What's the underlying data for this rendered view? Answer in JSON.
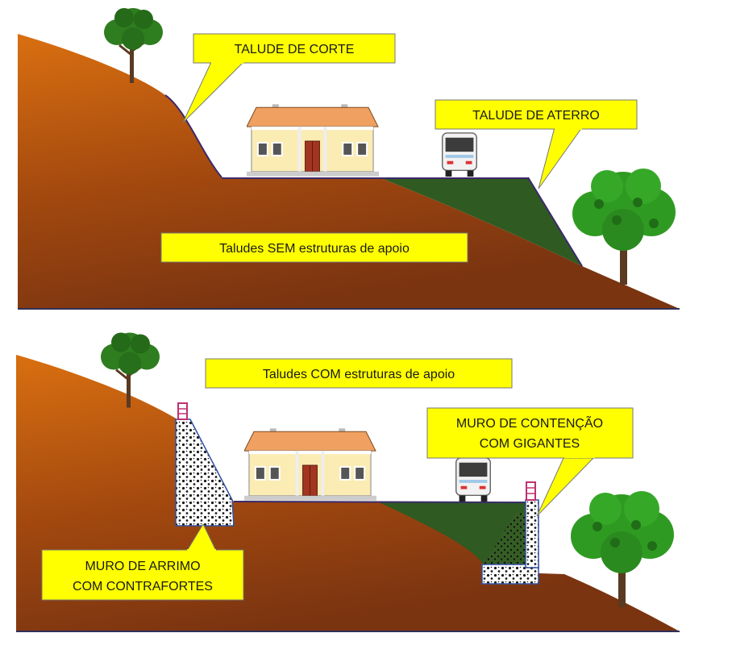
{
  "panels": [
    {
      "callouts": {
        "talude_corte": "TALUDE DE CORTE",
        "talude_aterro": "TALUDE DE ATERRO",
        "caption": "Taludes SEM estruturas de apoio"
      }
    },
    {
      "callouts": {
        "caption": "Taludes COM estruturas de apoio",
        "muro_contencao_l1": "MURO DE CONTENÇÃO",
        "muro_contencao_l2": "COM GIGANTES",
        "muro_arrimo_l1": "MURO DE ARRIMO",
        "muro_arrimo_l2": "COM CONTRAFORTES"
      }
    }
  ],
  "colors": {
    "soil_light": "#d96f10",
    "soil_dark": "#7a3410",
    "fill_green": "#2f5a22",
    "callout_yellow": "#ffff00",
    "tree_green": "#2f9a22",
    "roof": "#f0a060",
    "wall": "#fbecb4"
  }
}
